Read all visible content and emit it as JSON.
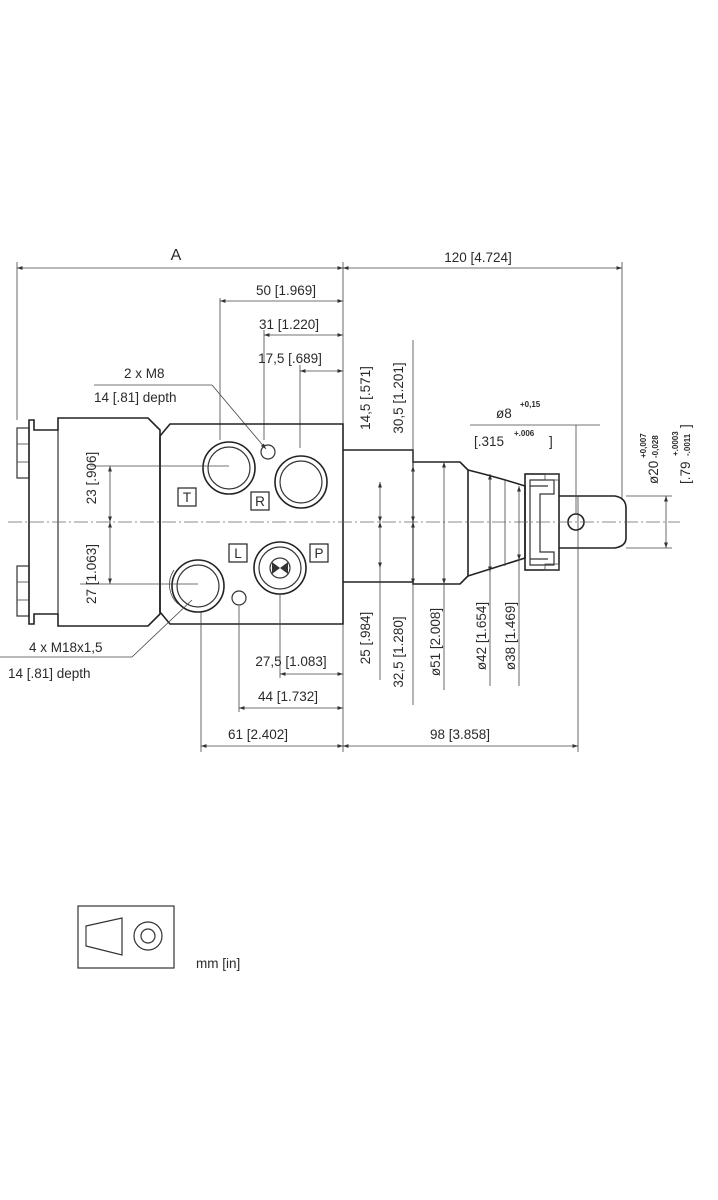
{
  "labels": {
    "dim_a": "A",
    "dim_120": "120 [4.724]",
    "dim_50": "50 [1.969]",
    "dim_31": "31 [1.220]",
    "dim_175": "17,5 [.689]",
    "thread_m8": "2 x M8",
    "thread_m8_depth": "14 [.81] depth",
    "thread_m18": "4 x M18x1,5",
    "thread_m18_depth": "14 [.81] depth",
    "dim_23": "23 [.906]",
    "dim_27": "27 [1.063]",
    "dim_145": "14,5 [.571]",
    "dim_305": "30,5 [1.201]",
    "dim_25": "25 [.984]",
    "dim_325": "32,5 [1.280]",
    "dim_d51": "ø51 [2.008]",
    "dim_d42": "ø42 [1.654]",
    "dim_d38": "ø38 [1.469]",
    "dim_d8": "ø8",
    "dim_d8_tol": "+0,15",
    "dim_d8_in": "[.315",
    "dim_d8_in_tol": "+.006",
    "dim_d8_in_close": "]",
    "dim_d20": "ø20",
    "dim_d20_tol_up": "+0,007",
    "dim_d20_tol_dn": "-0,028",
    "dim_d20_in": "[.79",
    "dim_d20_in_tol_up": "+.0003",
    "dim_d20_in_tol_dn": "-.0011",
    "dim_d20_in_close": "]",
    "dim_275": "27,5 [1.083]",
    "dim_44": "44 [1.732]",
    "dim_61": "61 [2.402]",
    "dim_98": "98 [3.858]",
    "port_t": "T",
    "port_r": "R",
    "port_l": "L",
    "port_p": "P",
    "units": "mm [in]"
  },
  "icons": {
    "projection_symbol": "first-angle-projection-icon"
  }
}
